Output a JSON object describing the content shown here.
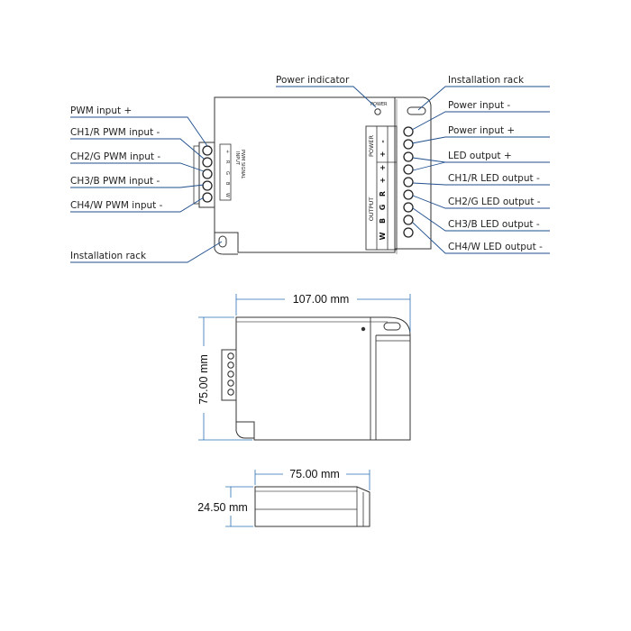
{
  "callouts_left": {
    "pwm_in_pos": "PWM input +",
    "ch1_pwm_neg": "CH1/R PWM input -",
    "ch2_pwm_neg": "CH2/G PWM input -",
    "ch3_pwm_neg": "CH3/B PWM input -",
    "ch4_pwm_neg": "CH4/W PWM input -",
    "install_rack_bottom": "Installation rack"
  },
  "callouts_top": {
    "power_indicator": "Power indicator"
  },
  "callouts_right": {
    "install_rack_top": "Installation rack",
    "power_in_neg": "Power input -",
    "power_in_pos": "Power input +",
    "led_out_pos": "LED output +",
    "ch1_led_neg": "CH1/R LED output -",
    "ch2_led_neg": "CH2/G LED output -",
    "ch3_led_neg": "CH3/B LED output -",
    "ch4_led_neg": "CH4/W LED output -"
  },
  "device": {
    "power_led_text": "POWER",
    "input_block_label_1": "INPUT",
    "input_block_label_2": "PWM SIGNAL",
    "input_terminals": [
      "+",
      "R",
      "G",
      "B",
      "W"
    ],
    "power_section_label": "POWER",
    "output_section_label": "OUTPUT",
    "power_terminals": [
      "-",
      "+"
    ],
    "output_terminals": [
      "+",
      "+",
      "R",
      "G",
      "B",
      "W"
    ]
  },
  "dimensions": {
    "width_top": "107.00 mm",
    "height_side": "75.00 mm",
    "depth_bottom": "75.00 mm",
    "thickness": "24.50 mm"
  },
  "colors": {
    "leader": "#1f4e8c",
    "dimension": "#2a6fb0"
  }
}
